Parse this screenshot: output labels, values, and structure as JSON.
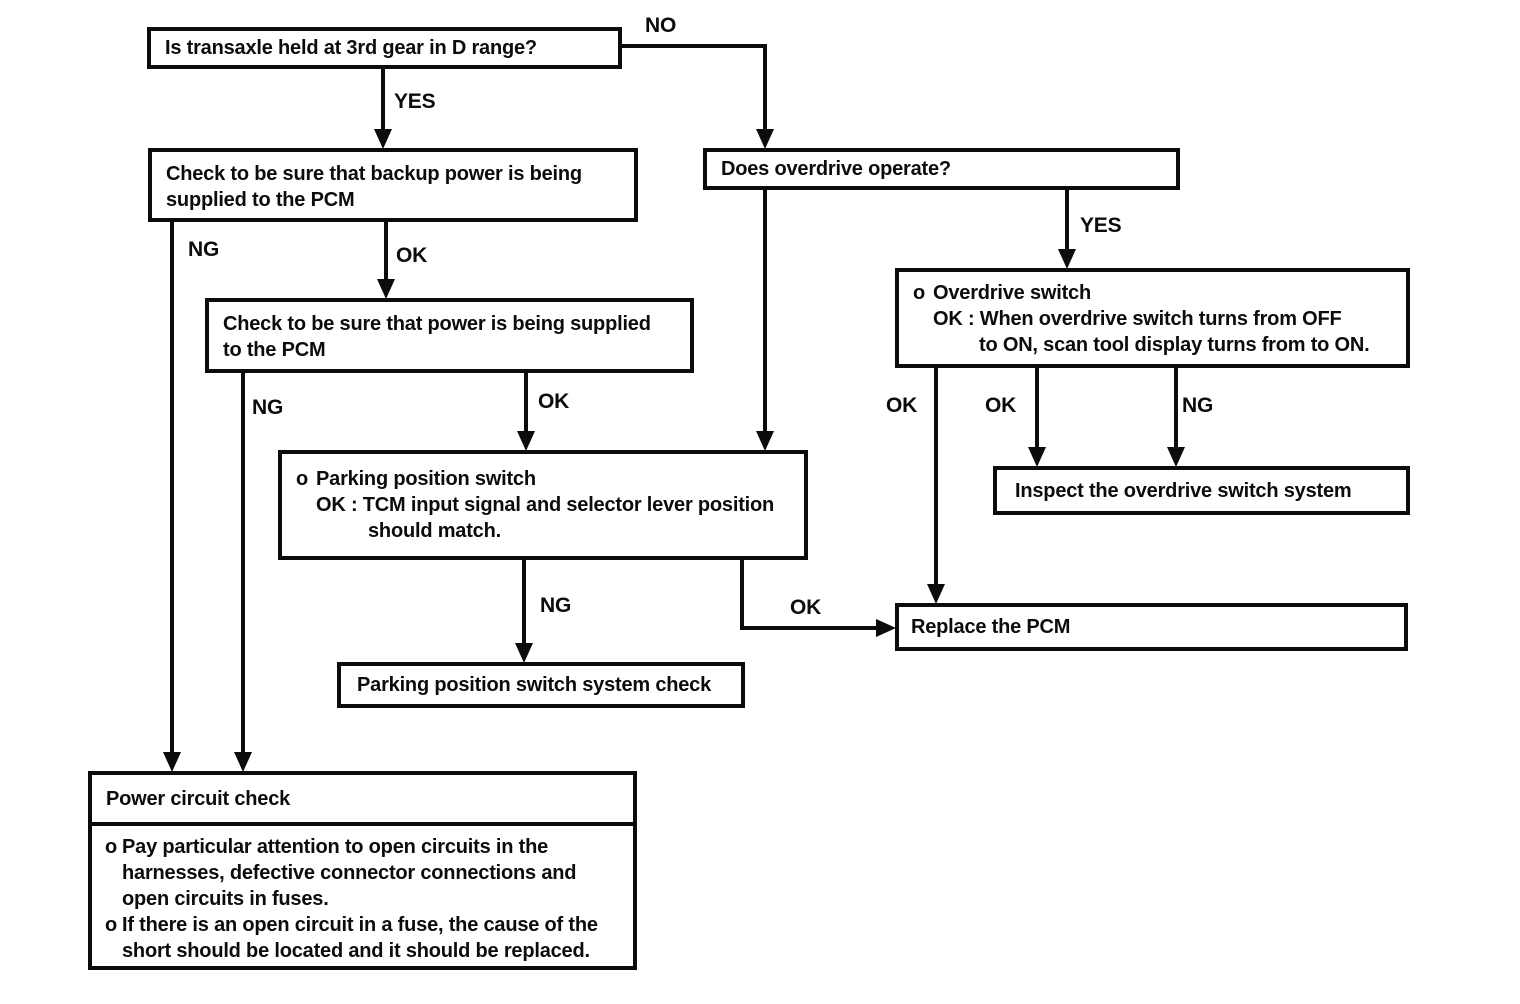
{
  "colors": {
    "ink": "#0c0c0c",
    "paper": "#ffffff"
  },
  "nodes": {
    "transaxle_question": {
      "line1": "Is transaxle held at 3rd gear in D range?"
    },
    "backup_power_check": {
      "line1": "Check to be sure that backup power is being",
      "line2": "supplied to the PCM"
    },
    "overdrive_question": {
      "line1": "Does overdrive operate?"
    },
    "power_check": {
      "line1": "Check to be sure that power is being supplied",
      "line2": "to the PCM"
    },
    "parking_position_switch": {
      "bullet": "o",
      "title": "Parking position switch",
      "ok_keyword": "OK",
      "ok_rest": " : TCM input signal and selector lever position",
      "ok_line2": "should match."
    },
    "overdrive_switch": {
      "bullet": "o",
      "title": "Overdrive switch",
      "ok_keyword": "OK",
      "ok_rest": " : When overdrive switch turns from OFF",
      "ok_line2": "to ON, scan tool display turns from to ON."
    },
    "inspect_overdrive": {
      "line1": "Inspect the overdrive switch system"
    },
    "replace_pcm": {
      "line1": "Replace the PCM"
    },
    "parking_system_check": {
      "line1": "Parking position switch system check"
    },
    "power_circuit_check": {
      "title": "Power circuit check",
      "bullet1_marker": "o",
      "bullet1_line1": "Pay particular attention to open circuits in the",
      "bullet1_line2": "harnesses, defective connector connections and",
      "bullet1_line3": "open circuits in fuses.",
      "bullet2_marker": "o",
      "bullet2_line1": "If there is an open circuit in a fuse, the cause of the",
      "bullet2_line2": "short should be located and it should be replaced."
    }
  },
  "edge_labels": {
    "transaxle_no": "NO",
    "transaxle_yes": "YES",
    "backup_ng": "NG",
    "backup_ok": "OK",
    "power_ng": "NG",
    "power_ok": "OK",
    "overdrive_yes": "YES",
    "parking_ng": "NG",
    "parking_ok": "OK",
    "overdrive_switch_ok_left": "OK",
    "overdrive_switch_ok_mid": "OK",
    "overdrive_switch_ng": "NG"
  }
}
